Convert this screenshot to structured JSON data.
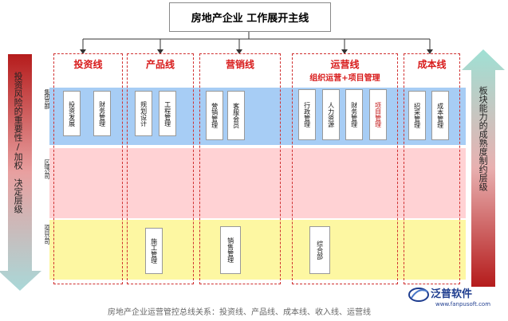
{
  "title": "房地产企业  工作展开主线",
  "levels": [
    "集团总部",
    "区域公司",
    "项目公司"
  ],
  "left_arrow_text": "投资风险的重要性/加权　决定层级",
  "right_arrow_text": "板块能力的成熟度制约层级",
  "columns": [
    {
      "title": "投资线",
      "subtitle": "",
      "hq": [
        "投资发展",
        "财务管理"
      ],
      "project": []
    },
    {
      "title": "产品线",
      "subtitle": "",
      "hq": [
        "规划设计",
        "工程管理"
      ],
      "project": [
        "施工管理"
      ]
    },
    {
      "title": "营销线",
      "subtitle": "",
      "hq": [
        "营销管理",
        "客服会员"
      ],
      "project": [
        "销售管理"
      ]
    },
    {
      "title": "运营线",
      "subtitle": "组织运营+项目管理",
      "hq": [
        "行政管理",
        "人力资源",
        "财务管理",
        "项目管理"
      ],
      "project": [
        "综合部"
      ]
    },
    {
      "title": "成本线",
      "subtitle": "",
      "hq": [
        "招采管理",
        "成本管理"
      ],
      "project": []
    }
  ],
  "caption": "房地产企业运营管控总线关系：投资线、产品线、成本线、收入线、运营线",
  "logo": {
    "name": "泛普软件",
    "url": "www.fanpusoft.com"
  },
  "colors": {
    "title_red": "#d81b1b",
    "band_blue": "#a7cdf5",
    "band_pink": "#ffd2d4",
    "band_yellow": "#fdf7a2",
    "left_arrow": "#b51c1c",
    "right_arrow": "#7fd0c4"
  }
}
